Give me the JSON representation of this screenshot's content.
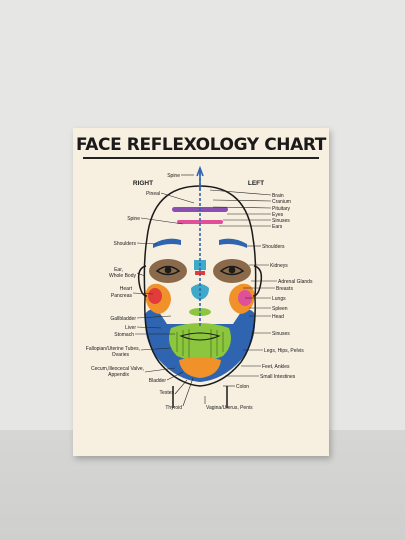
{
  "title": "FACE REFLEXOLOGY CHART",
  "side_labels": {
    "right": "RIGHT",
    "left": "LEFT"
  },
  "left_labels": [
    "Spine",
    "Pineal",
    "Spine",
    "Shoulders",
    "Ear,",
    "Whole Body",
    "Heart",
    "Pancreas",
    "Gallbladder",
    "Liver",
    "Stomach",
    "Fallopian/Uterine Tubes,",
    "Ovaries",
    "Cecum,Illeocecal Valve,",
    "Appendix",
    "Bladder",
    "Testes",
    "Thyroid"
  ],
  "right_labels": [
    "Brain",
    "Cranium",
    "Pituitary",
    "Eyes",
    "Sinuses",
    "Ears",
    "Shoulders",
    "Kidneys",
    "Adrenal Glands",
    "Breasts",
    "Lungs",
    "Spleen",
    "Head",
    "Sinuses",
    "Legs, Hips, Pelvis",
    "Feet, Ankles",
    "Small Intestines",
    "Colon",
    "Vagina/Uterus, Penis"
  ],
  "colors": {
    "poster_bg": "#f7efdf",
    "face_outline": "#1a1a1a",
    "blue": "#2f64b0",
    "green": "#8cc63f",
    "orange": "#f0912a",
    "red": "#e23b3b",
    "pink": "#e0509a",
    "purple": "#8a4fb0",
    "brown": "#8a6a4a",
    "teal": "#3fa9c9"
  }
}
